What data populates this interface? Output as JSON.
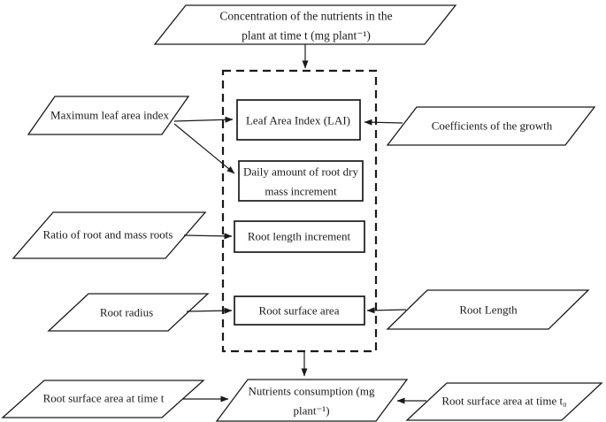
{
  "diagram": {
    "background": "#ffffff",
    "stroke_color": "#1a1a1a",
    "nodes": {
      "concentration": {
        "shape": "parallelogram",
        "lines": [
          "Concentration of the nutrients in the",
          "plant at time t (mg plant⁻¹)"
        ]
      },
      "max_leaf_area_index": {
        "shape": "parallelogram",
        "label": "Maximum leaf area index"
      },
      "coefficients_growth": {
        "shape": "parallelogram",
        "label": "Coefficients of the growth"
      },
      "leaf_area_index": {
        "shape": "rectangle",
        "label": "Leaf Area Index (LAI)"
      },
      "daily_root_dry_mass": {
        "shape": "rectangle",
        "lines": [
          "Daily amount of root dry",
          "mass increment"
        ]
      },
      "ratio_root_mass": {
        "shape": "parallelogram",
        "label": "Ratio of root and mass roots"
      },
      "root_length_increment": {
        "shape": "rectangle",
        "label": "Root length increment"
      },
      "root_radius": {
        "shape": "parallelogram",
        "label": "Root radius"
      },
      "root_surface_area": {
        "shape": "rectangle",
        "label": "Root surface area"
      },
      "root_length": {
        "shape": "parallelogram",
        "label": "Root Length"
      },
      "rsa_time_t": {
        "shape": "parallelogram",
        "label": "Root surface area at time t"
      },
      "nutrients_consumption": {
        "shape": "parallelogram",
        "lines": [
          "Nutrients consumption (mg",
          "plant⁻¹)"
        ]
      },
      "rsa_time_t0": {
        "shape": "parallelogram",
        "label": "Root surface area at time t₀"
      }
    },
    "edges": [
      {
        "from": "concentration",
        "to": "model-box"
      },
      {
        "from": "max_leaf_area_index",
        "to": "leaf_area_index"
      },
      {
        "from": "max_leaf_area_index",
        "to": "daily_root_dry_mass"
      },
      {
        "from": "coefficients_growth",
        "to": "leaf_area_index"
      },
      {
        "from": "ratio_root_mass",
        "to": "root_length_increment"
      },
      {
        "from": "root_radius",
        "to": "root_surface_area"
      },
      {
        "from": "root_length",
        "to": "root_surface_area"
      },
      {
        "from": "model-box",
        "to": "nutrients_consumption"
      },
      {
        "from": "rsa_time_t",
        "to": "nutrients_consumption"
      },
      {
        "from": "rsa_time_t0",
        "to": "nutrients_consumption"
      }
    ]
  }
}
